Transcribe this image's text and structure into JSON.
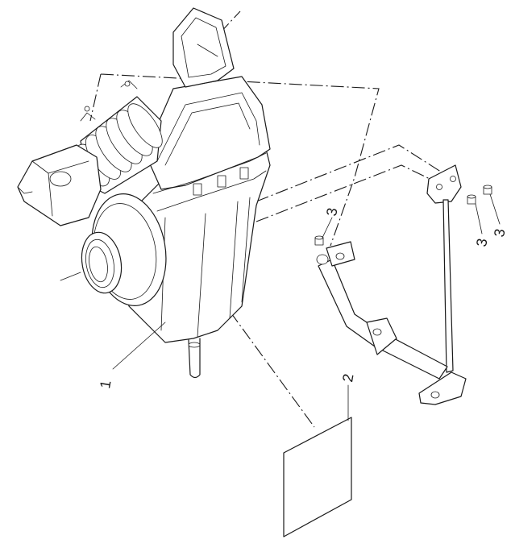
{
  "callouts": {
    "part_1": "1",
    "part_2": "2",
    "part_3a": "3",
    "part_3b": "3",
    "part_3c": "3"
  },
  "colors": {
    "ink": "#1a1a1a",
    "paper": "#ffffff"
  }
}
